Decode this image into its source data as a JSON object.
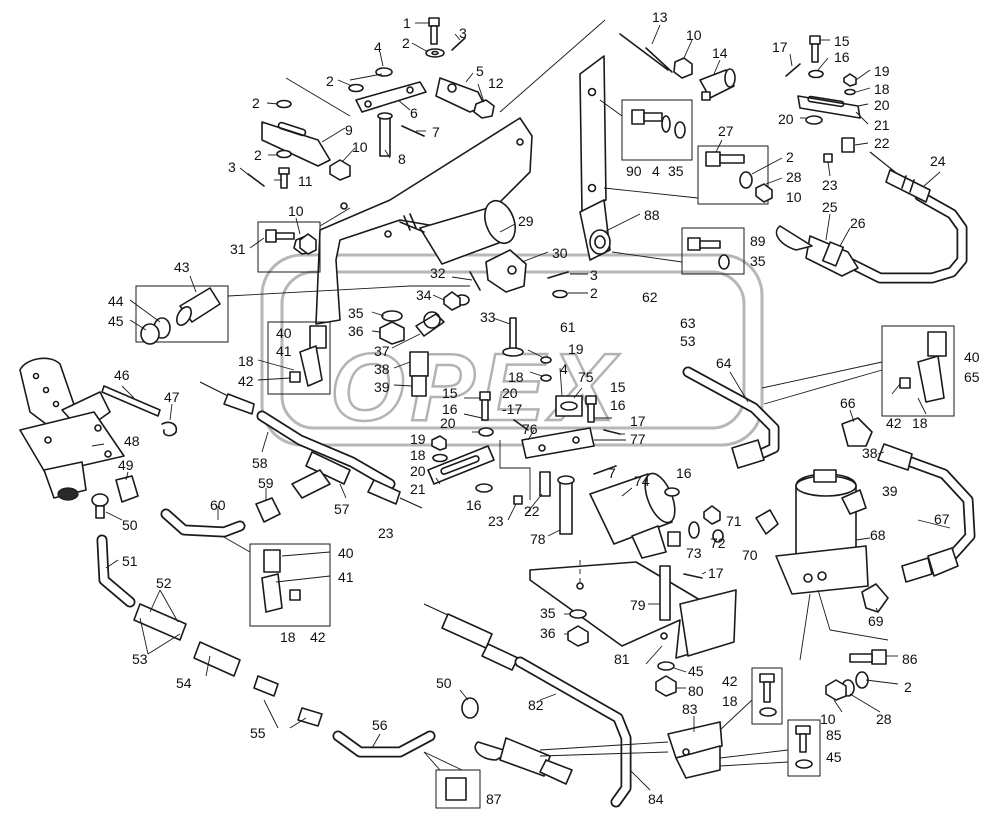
{
  "watermark": {
    "text": "OPEX"
  },
  "labels": [
    {
      "id": "l1",
      "text": "1"
    },
    {
      "id": "l2a",
      "text": "2"
    },
    {
      "id": "l3a",
      "text": "3"
    },
    {
      "id": "l4a",
      "text": "4"
    },
    {
      "id": "l2b",
      "text": "2"
    },
    {
      "id": "l5",
      "text": "5"
    },
    {
      "id": "l12",
      "text": "12"
    },
    {
      "id": "l2c",
      "text": "2"
    },
    {
      "id": "l6",
      "text": "6"
    },
    {
      "id": "l9",
      "text": "9"
    },
    {
      "id": "l7",
      "text": "7"
    },
    {
      "id": "l2d",
      "text": "2"
    },
    {
      "id": "l10a",
      "text": "10"
    },
    {
      "id": "l8",
      "text": "8"
    },
    {
      "id": "l3b",
      "text": "3"
    },
    {
      "id": "l11",
      "text": "11"
    },
    {
      "id": "l13",
      "text": "13"
    },
    {
      "id": "l10b",
      "text": "10"
    },
    {
      "id": "l14",
      "text": "14"
    },
    {
      "id": "l90",
      "text": "90"
    },
    {
      "id": "l4b",
      "text": "4"
    },
    {
      "id": "l35a",
      "text": "35"
    },
    {
      "id": "l27",
      "text": "27"
    },
    {
      "id": "l2e",
      "text": "2"
    },
    {
      "id": "l28a",
      "text": "28"
    },
    {
      "id": "l10c",
      "text": "10"
    },
    {
      "id": "l17a",
      "text": "17"
    },
    {
      "id": "l15a",
      "text": "15"
    },
    {
      "id": "l16a",
      "text": "16"
    },
    {
      "id": "l19a",
      "text": "19"
    },
    {
      "id": "l18a",
      "text": "18"
    },
    {
      "id": "l20a",
      "text": "20"
    },
    {
      "id": "l20b",
      "text": "20"
    },
    {
      "id": "l21a",
      "text": "21"
    },
    {
      "id": "l22a",
      "text": "22"
    },
    {
      "id": "l23a",
      "text": "23"
    },
    {
      "id": "l24",
      "text": "24"
    },
    {
      "id": "l25",
      "text": "25"
    },
    {
      "id": "l26",
      "text": "26"
    },
    {
      "id": "l10d",
      "text": "10"
    },
    {
      "id": "l31",
      "text": "31"
    },
    {
      "id": "l29",
      "text": "29"
    },
    {
      "id": "l88",
      "text": "88"
    },
    {
      "id": "l30",
      "text": "30"
    },
    {
      "id": "l89",
      "text": "89"
    },
    {
      "id": "l35b",
      "text": "35"
    },
    {
      "id": "l43",
      "text": "43"
    },
    {
      "id": "l32",
      "text": "32"
    },
    {
      "id": "l3c",
      "text": "3"
    },
    {
      "id": "l2f",
      "text": "2"
    },
    {
      "id": "l34",
      "text": "34"
    },
    {
      "id": "l62",
      "text": "62"
    },
    {
      "id": "l44",
      "text": "44"
    },
    {
      "id": "l45a",
      "text": "45"
    },
    {
      "id": "l35c",
      "text": "35"
    },
    {
      "id": "l33",
      "text": "33"
    },
    {
      "id": "l61",
      "text": "61"
    },
    {
      "id": "l63",
      "text": "63"
    },
    {
      "id": "l53a",
      "text": "53"
    },
    {
      "id": "l36a",
      "text": "36"
    },
    {
      "id": "l40a",
      "text": "40"
    },
    {
      "id": "l41a",
      "text": "41"
    },
    {
      "id": "l37",
      "text": "37"
    },
    {
      "id": "l38a",
      "text": "38"
    },
    {
      "id": "l39a",
      "text": "39"
    },
    {
      "id": "l18b",
      "text": "18"
    },
    {
      "id": "l42a",
      "text": "42"
    },
    {
      "id": "l19b",
      "text": "19"
    },
    {
      "id": "l18c",
      "text": "18"
    },
    {
      "id": "l4c",
      "text": "4"
    },
    {
      "id": "l75",
      "text": "75"
    },
    {
      "id": "l64",
      "text": "64"
    },
    {
      "id": "l40b",
      "text": "40"
    },
    {
      "id": "l65",
      "text": "65"
    },
    {
      "id": "l46",
      "text": "46"
    },
    {
      "id": "l47",
      "text": "47"
    },
    {
      "id": "l15b",
      "text": "15"
    },
    {
      "id": "l16b",
      "text": "16"
    },
    {
      "id": "l17b",
      "text": "-17"
    },
    {
      "id": "l20c",
      "text": "20"
    },
    {
      "id": "l15c",
      "text": "15"
    },
    {
      "id": "l16c",
      "text": "16"
    },
    {
      "id": "l17c",
      "text": "17"
    },
    {
      "id": "l42b",
      "text": "42"
    },
    {
      "id": "l18d",
      "text": "18"
    },
    {
      "id": "l20d",
      "text": "20"
    },
    {
      "id": "l76",
      "text": "76"
    },
    {
      "id": "l77",
      "text": "77"
    },
    {
      "id": "l66",
      "text": "66"
    },
    {
      "id": "l48",
      "text": "48"
    },
    {
      "id": "l19c",
      "text": "19"
    },
    {
      "id": "l18e",
      "text": "18"
    },
    {
      "id": "l20e",
      "text": "20"
    },
    {
      "id": "l38b",
      "text": "38"
    },
    {
      "id": "l39b",
      "text": "39"
    },
    {
      "id": "l49",
      "text": "49"
    },
    {
      "id": "l58",
      "text": "58"
    },
    {
      "id": "l74",
      "text": "74"
    },
    {
      "id": "l16d",
      "text": "16"
    },
    {
      "id": "l7b",
      "text": "7"
    },
    {
      "id": "l59",
      "text": "59"
    },
    {
      "id": "l57",
      "text": "57"
    },
    {
      "id": "l21b",
      "text": "21"
    },
    {
      "id": "l16e",
      "text": "16"
    },
    {
      "id": "l23b",
      "text": "23"
    },
    {
      "id": "l22b",
      "text": "22"
    },
    {
      "id": "l71",
      "text": "71"
    },
    {
      "id": "l72",
      "text": "72"
    },
    {
      "id": "l73",
      "text": "73"
    },
    {
      "id": "l70",
      "text": "70"
    },
    {
      "id": "l67",
      "text": "67"
    },
    {
      "id": "l50a",
      "text": "50"
    },
    {
      "id": "l60",
      "text": "60"
    },
    {
      "id": "l23c",
      "text": "23"
    },
    {
      "id": "l78",
      "text": "78"
    },
    {
      "id": "l68",
      "text": "68"
    },
    {
      "id": "l40c",
      "text": "40"
    },
    {
      "id": "l51",
      "text": "51"
    },
    {
      "id": "l41b",
      "text": "41"
    },
    {
      "id": "l17d",
      "text": "17"
    },
    {
      "id": "l52",
      "text": "52"
    },
    {
      "id": "l79",
      "text": "79"
    },
    {
      "id": "l69",
      "text": "69"
    },
    {
      "id": "l35d",
      "text": "35"
    },
    {
      "id": "l18f",
      "text": "18"
    },
    {
      "id": "l42c",
      "text": "42"
    },
    {
      "id": "l36b",
      "text": "36"
    },
    {
      "id": "l53b",
      "text": "53"
    },
    {
      "id": "l81",
      "text": "81"
    },
    {
      "id": "l86",
      "text": "86"
    },
    {
      "id": "l54",
      "text": "54"
    },
    {
      "id": "l45b",
      "text": "45"
    },
    {
      "id": "l2g",
      "text": "2"
    },
    {
      "id": "l80",
      "text": "80"
    },
    {
      "id": "l42d",
      "text": "42"
    },
    {
      "id": "l50b",
      "text": "50"
    },
    {
      "id": "l18g",
      "text": "18"
    },
    {
      "id": "l10e",
      "text": "10"
    },
    {
      "id": "l28b",
      "text": "28"
    },
    {
      "id": "l55",
      "text": "55"
    },
    {
      "id": "l82",
      "text": "82"
    },
    {
      "id": "l83",
      "text": "83"
    },
    {
      "id": "l56",
      "text": "56"
    },
    {
      "id": "l85",
      "text": "85"
    },
    {
      "id": "l45c",
      "text": "45"
    },
    {
      "id": "l87",
      "text": "87"
    },
    {
      "id": "l84",
      "text": "84"
    }
  ]
}
